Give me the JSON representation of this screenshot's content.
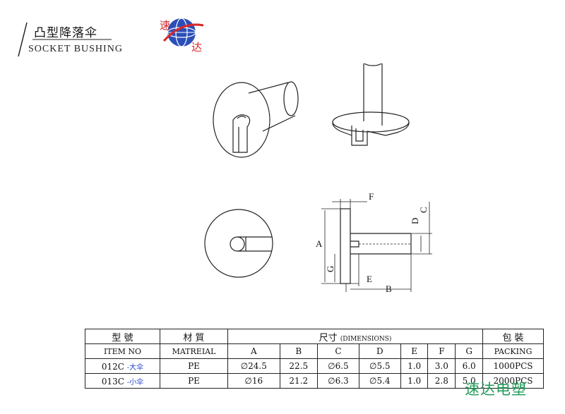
{
  "header": {
    "title_cn": "凸型降落伞",
    "title_en": "SOCKET BUSHING",
    "logo_text_top": "速",
    "logo_text_bottom": "达"
  },
  "drawing": {
    "dim_labels": {
      "A": "A",
      "B": "B",
      "C": "C",
      "D": "D",
      "E": "E",
      "F": "F",
      "G": "G"
    }
  },
  "table": {
    "col_item_cn": "型 號",
    "col_item_en": "ITEM NO",
    "col_mat_cn": "材 質",
    "col_mat_en": "MATREIAL",
    "col_dim_cn": "尺寸",
    "col_dim_en": "(DIMENSIONS)",
    "col_pack_cn": "包 裝",
    "col_pack_en": "PACKING",
    "letters": [
      "A",
      "B",
      "C",
      "D",
      "E",
      "F",
      "G"
    ],
    "rows": [
      {
        "item": "012C",
        "tag": "-大伞",
        "material": "PE",
        "values": [
          "∅24.5",
          "22.5",
          "∅6.5",
          "∅5.5",
          "1.0",
          "3.0",
          "6.0"
        ],
        "packing": "1000PCS"
      },
      {
        "item": "013C",
        "tag": "-小伞",
        "material": "PE",
        "values": [
          "∅16",
          "21.2",
          "∅6.3",
          "∅5.4",
          "1.0",
          "2.8",
          "5.0"
        ],
        "packing": "2000PCS"
      }
    ]
  },
  "watermark": "速达电塑",
  "colors": {
    "logo_blue": "#2a4fb8",
    "logo_red": "#d8282a",
    "watermark_green": "#1f9a57",
    "tag_blue": "#1d3fc9"
  }
}
